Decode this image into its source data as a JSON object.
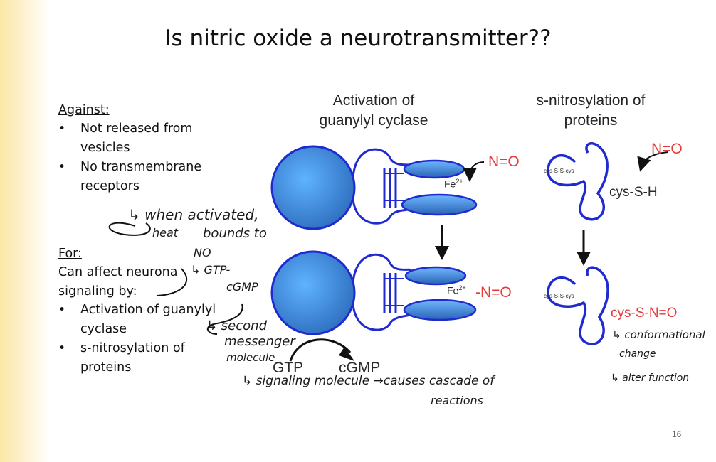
{
  "title": "Is nitric oxide a neurotransmitter??",
  "against": {
    "heading": "Against:",
    "items": [
      {
        "line1": "Not released from",
        "line2": "vesicles"
      },
      {
        "line1": "No transmembrane",
        "line2": "receptors"
      }
    ]
  },
  "for": {
    "heading": "For:",
    "line1": "Can affect neurona",
    "line2": "signaling by:",
    "items": [
      {
        "line1": "Activation of guanylyl",
        "line2": "cyclase"
      },
      {
        "line1": "s-nitrosylation of",
        "line2": "proteins"
      }
    ]
  },
  "diagram": {
    "left_heading_line1": "Activation of",
    "left_heading_line2": "guanylyl cyclase",
    "right_heading_line1": "s-nitrosylation of",
    "right_heading_line2": "proteins",
    "no_label": "N=O",
    "fe_label": "Fe",
    "fe_sup": "2+",
    "fe_no_label": "-N=O",
    "cys_top": "cys-S-S-cys",
    "cys_sh": "cys-S-H",
    "cys_bottom": "cys-S-S-cys",
    "cys_sno": "cys-S-N=O",
    "gtp": "GTP",
    "cgmp": "cGMP"
  },
  "handwriting": {
    "n1": "↳ when activated,",
    "n2": "heat",
    "n3": "bounds to",
    "n4": "NO",
    "n5": "↳ GTP-",
    "n6": "cGMP",
    "n7": "↳ second",
    "n8": "messenger",
    "n9": "molecule",
    "n10": "↳ signaling  molecule →causes cascade of",
    "n11": "reactions",
    "n12": "↳ conformational",
    "n13": "change",
    "n14": "↳ alter function"
  },
  "colors": {
    "enzyme_blue": "#3a86d6",
    "outline_blue": "#1f2bd1",
    "no_red": "#e63b3b"
  },
  "page_number": "16"
}
